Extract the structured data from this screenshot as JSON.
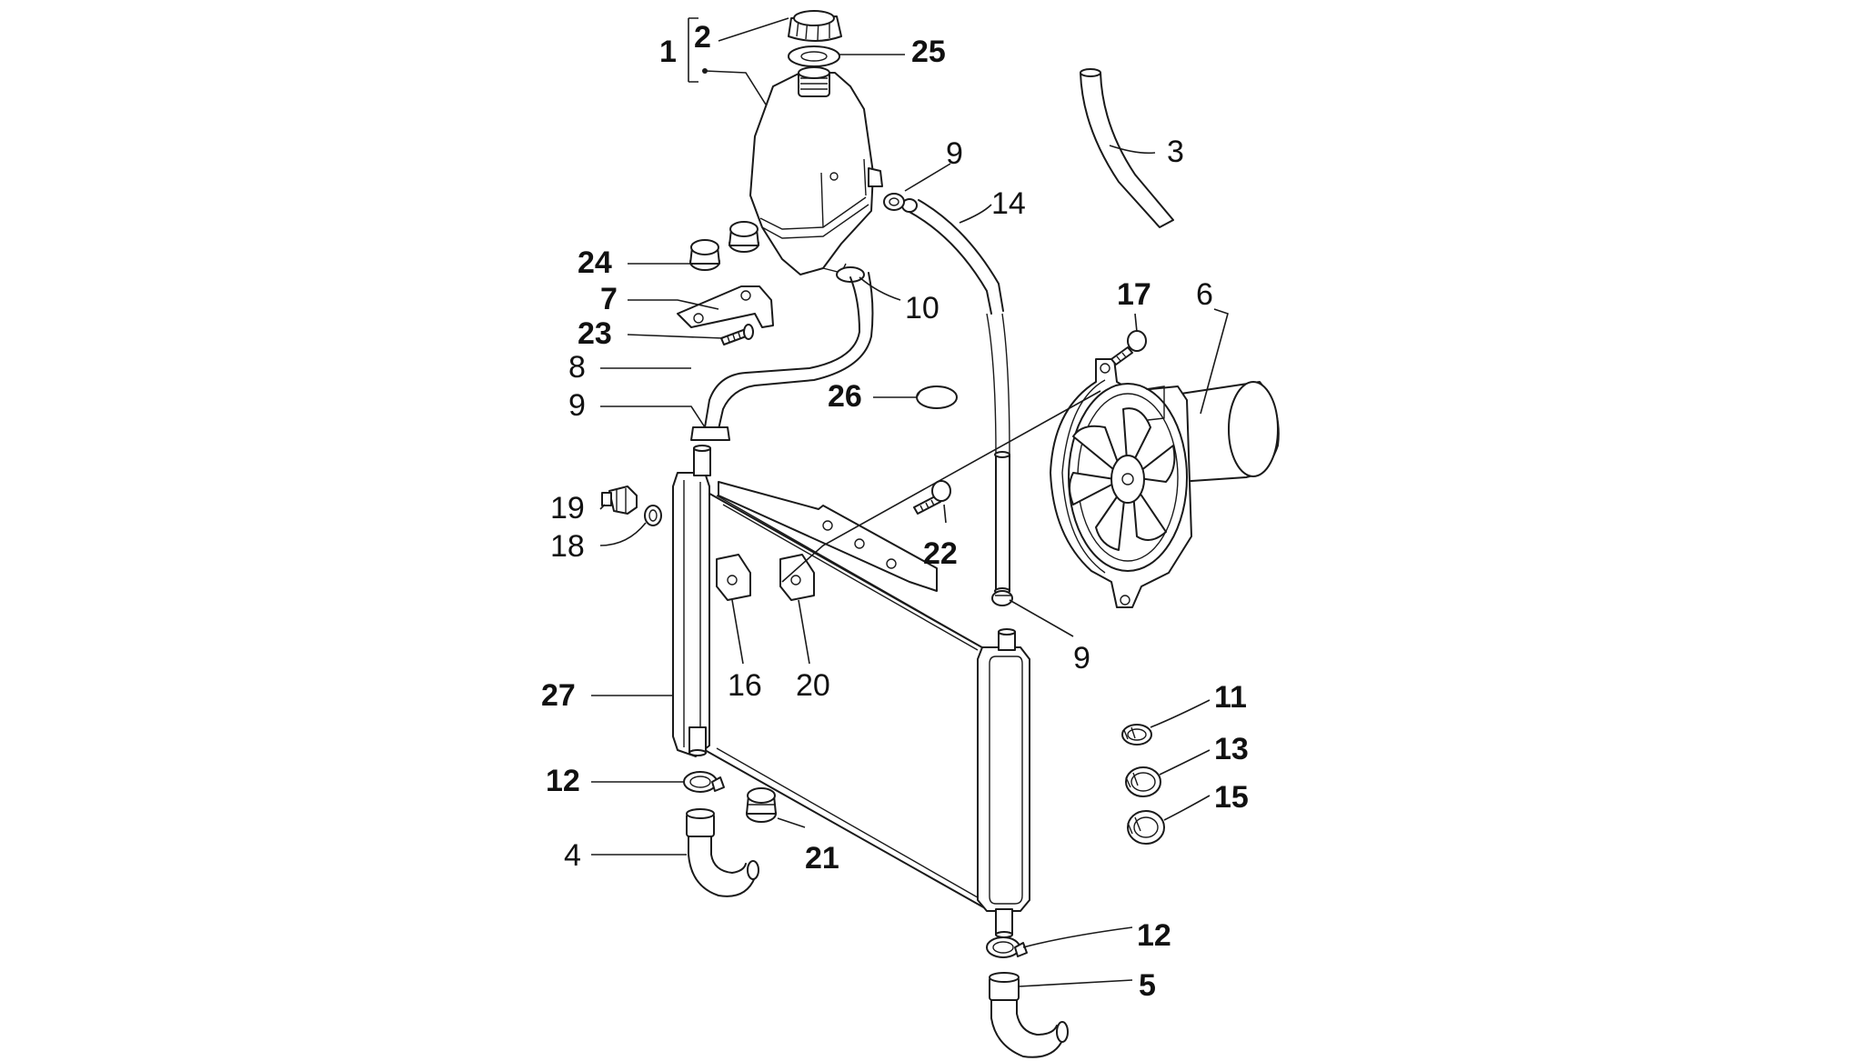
{
  "callouts": {
    "c1": "1",
    "c2": "2",
    "c3": "3",
    "c4": "4",
    "c5": "5",
    "c6": "6",
    "c7": "7",
    "c8": "8",
    "c9a": "9",
    "c9b": "9",
    "c9c": "9",
    "c10": "10",
    "c11": "11",
    "c12a": "12",
    "c12b": "12",
    "c13": "13",
    "c14": "14",
    "c15": "15",
    "c16": "16",
    "c17": "17",
    "c18": "18",
    "c19": "19",
    "c20": "20",
    "c21": "21",
    "c22": "22",
    "c23": "23",
    "c24": "24",
    "c25": "25",
    "c26": "26",
    "c27": "27"
  },
  "colors": {
    "line": "#1a1a1a",
    "background": "#ffffff"
  }
}
